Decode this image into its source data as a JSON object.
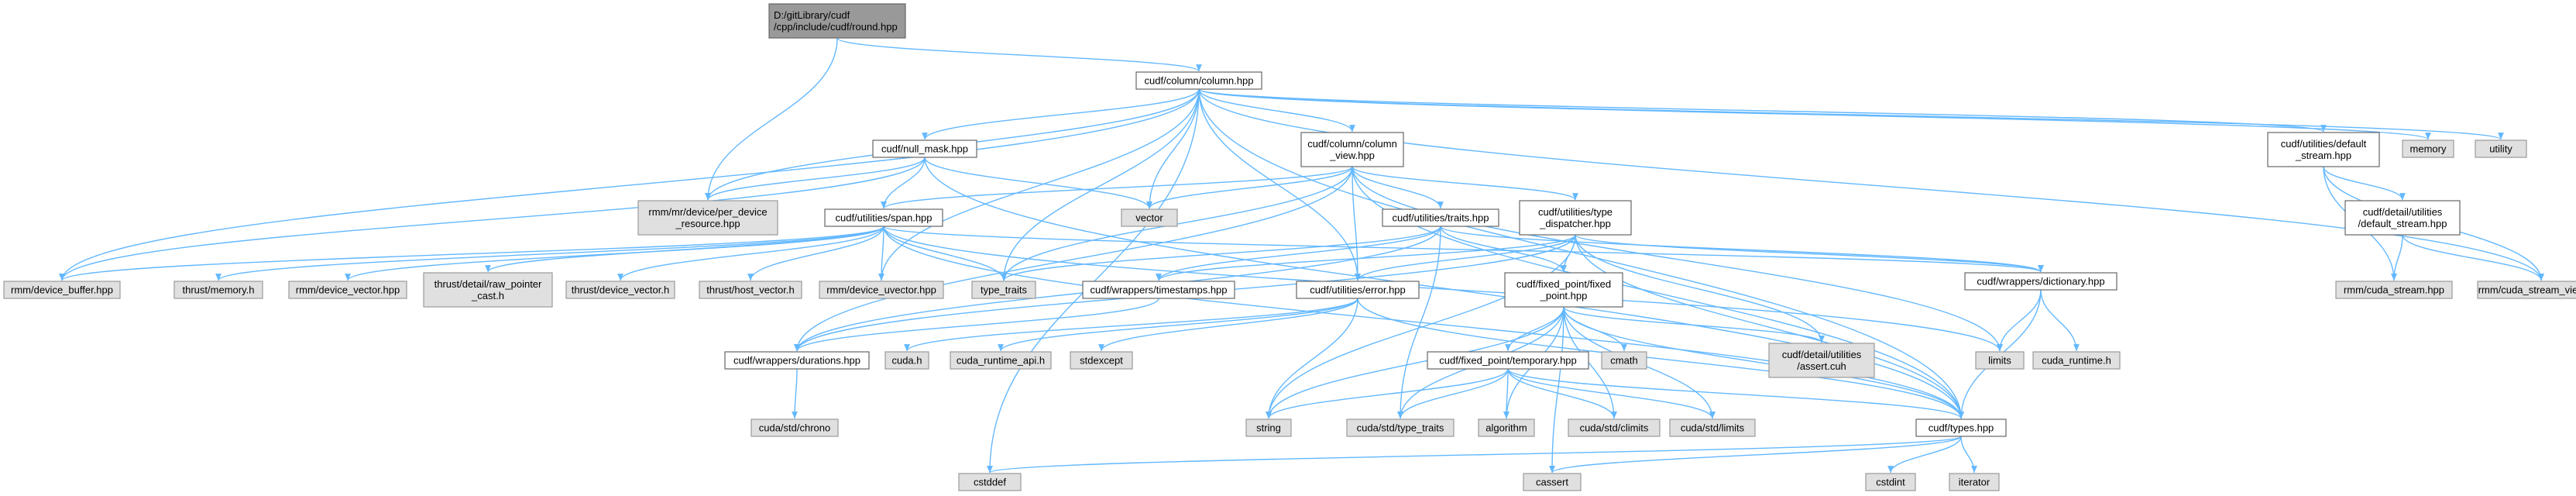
{
  "colors": {
    "edge": "#63b8ff",
    "root_fill": "#999999",
    "local_fill": "#ffffff",
    "system_fill": "#e0e0e0",
    "border": "#666666"
  },
  "nodes": [
    {
      "id": "round",
      "kind": "root",
      "lines": [
        "D:/gitLibrary/cudf",
        "/cpp/include/cudf/round.hpp"
      ]
    },
    {
      "id": "column",
      "kind": "local",
      "lines": [
        "cudf/column/column.hpp"
      ]
    },
    {
      "id": "per_device",
      "kind": "system",
      "lines": [
        "rmm/mr/device/per_device",
        "_resource.hpp"
      ]
    },
    {
      "id": "null_mask",
      "kind": "local",
      "lines": [
        "cudf/null_mask.hpp"
      ]
    },
    {
      "id": "column_view",
      "kind": "local",
      "lines": [
        "cudf/column/column",
        "_view.hpp"
      ]
    },
    {
      "id": "default_stream",
      "kind": "local",
      "lines": [
        "cudf/utilities/default",
        "_stream.hpp"
      ]
    },
    {
      "id": "memory",
      "kind": "system",
      "lines": [
        "memory"
      ]
    },
    {
      "id": "utility",
      "kind": "system",
      "lines": [
        "utility"
      ]
    },
    {
      "id": "vector",
      "kind": "system",
      "lines": [
        "vector"
      ]
    },
    {
      "id": "span",
      "kind": "local",
      "lines": [
        "cudf/utilities/span.hpp"
      ]
    },
    {
      "id": "traits",
      "kind": "local",
      "lines": [
        "cudf/utilities/traits.hpp"
      ]
    },
    {
      "id": "type_dispatcher",
      "kind": "local",
      "lines": [
        "cudf/utilities/type",
        "_dispatcher.hpp"
      ]
    },
    {
      "id": "detail_default_stream",
      "kind": "local",
      "lines": [
        "cudf/detail/utilities",
        "/default_stream.hpp"
      ]
    },
    {
      "id": "device_buffer",
      "kind": "system",
      "lines": [
        "rmm/device_buffer.hpp"
      ]
    },
    {
      "id": "thrust_memory",
      "kind": "system",
      "lines": [
        "thrust/memory.h"
      ]
    },
    {
      "id": "rmm_device_vector",
      "kind": "system",
      "lines": [
        "rmm/device_vector.hpp"
      ]
    },
    {
      "id": "raw_pointer_cast",
      "kind": "system",
      "lines": [
        "thrust/detail/raw_pointer",
        "_cast.h"
      ]
    },
    {
      "id": "thrust_device_vector",
      "kind": "system",
      "lines": [
        "thrust/device_vector.h"
      ]
    },
    {
      "id": "thrust_host_vector",
      "kind": "system",
      "lines": [
        "thrust/host_vector.h"
      ]
    },
    {
      "id": "device_uvector",
      "kind": "system",
      "lines": [
        "rmm/device_uvector.hpp"
      ]
    },
    {
      "id": "type_traits",
      "kind": "system",
      "lines": [
        "type_traits"
      ]
    },
    {
      "id": "timestamps",
      "kind": "local",
      "lines": [
        "cudf/wrappers/timestamps.hpp"
      ]
    },
    {
      "id": "error",
      "kind": "local",
      "lines": [
        "cudf/utilities/error.hpp"
      ]
    },
    {
      "id": "fixed_point",
      "kind": "local",
      "lines": [
        "cudf/fixed_point/fixed",
        "_point.hpp"
      ]
    },
    {
      "id": "dictionary",
      "kind": "local",
      "lines": [
        "cudf/wrappers/dictionary.hpp"
      ]
    },
    {
      "id": "cuda_stream",
      "kind": "system",
      "lines": [
        "rmm/cuda_stream.hpp"
      ]
    },
    {
      "id": "cuda_stream_view",
      "kind": "system",
      "lines": [
        "rmm/cuda_stream_view.hpp"
      ]
    },
    {
      "id": "durations",
      "kind": "local",
      "lines": [
        "cudf/wrappers/durations.hpp"
      ]
    },
    {
      "id": "cuda_h",
      "kind": "system",
      "lines": [
        "cuda.h"
      ]
    },
    {
      "id": "cuda_runtime_api",
      "kind": "system",
      "lines": [
        "cuda_runtime_api.h"
      ]
    },
    {
      "id": "stdexcept",
      "kind": "system",
      "lines": [
        "stdexcept"
      ]
    },
    {
      "id": "cmath",
      "kind": "system",
      "lines": [
        "cmath"
      ]
    },
    {
      "id": "assert_cuh",
      "kind": "system",
      "lines": [
        "cudf/detail/utilities",
        "/assert.cuh"
      ]
    },
    {
      "id": "limits",
      "kind": "system",
      "lines": [
        "limits"
      ]
    },
    {
      "id": "cuda_runtime",
      "kind": "system",
      "lines": [
        "cuda_runtime.h"
      ]
    },
    {
      "id": "temporary",
      "kind": "local",
      "lines": [
        "cudf/fixed_point/temporary.hpp"
      ]
    },
    {
      "id": "chrono",
      "kind": "system",
      "lines": [
        "cuda/std/chrono"
      ]
    },
    {
      "id": "string",
      "kind": "system",
      "lines": [
        "string"
      ]
    },
    {
      "id": "cuda_type_traits",
      "kind": "system",
      "lines": [
        "cuda/std/type_traits"
      ]
    },
    {
      "id": "algorithm",
      "kind": "system",
      "lines": [
        "algorithm"
      ]
    },
    {
      "id": "climits",
      "kind": "system",
      "lines": [
        "cuda/std/climits"
      ]
    },
    {
      "id": "cuda_limits",
      "kind": "system",
      "lines": [
        "cuda/std/limits"
      ]
    },
    {
      "id": "types",
      "kind": "local",
      "lines": [
        "cudf/types.hpp"
      ]
    },
    {
      "id": "cstddef",
      "kind": "system",
      "lines": [
        "cstddef"
      ]
    },
    {
      "id": "cassert",
      "kind": "system",
      "lines": [
        "cassert"
      ]
    },
    {
      "id": "cstdint",
      "kind": "system",
      "lines": [
        "cstdint"
      ]
    },
    {
      "id": "iterator",
      "kind": "system",
      "lines": [
        "iterator"
      ]
    }
  ]
}
